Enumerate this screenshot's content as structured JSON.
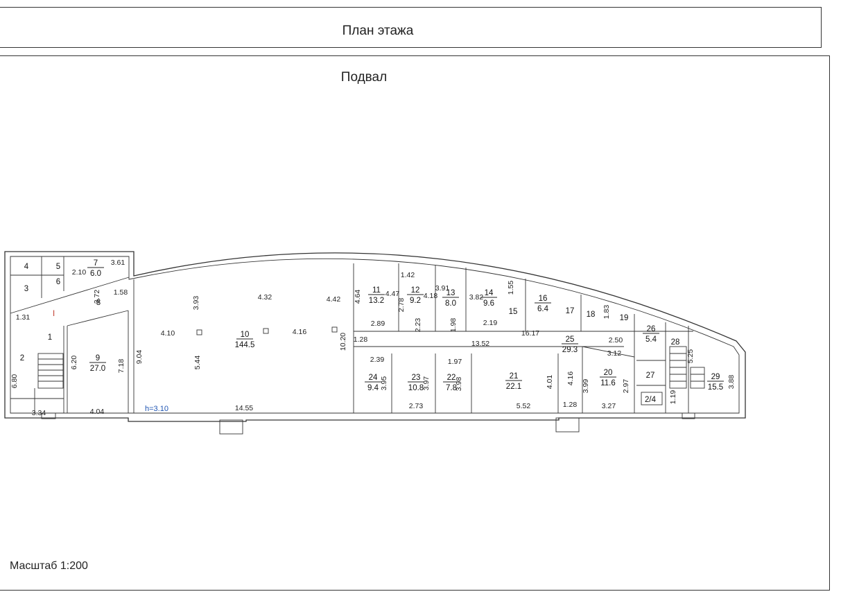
{
  "header": {
    "title": "План этажа"
  },
  "floor": {
    "name": "Подвал",
    "height_label": "h=3.10"
  },
  "scale": {
    "label": "Масштаб 1:200"
  },
  "rooms": [
    {
      "num": "1",
      "area": ""
    },
    {
      "num": "2",
      "area": ""
    },
    {
      "num": "3",
      "area": ""
    },
    {
      "num": "4",
      "area": ""
    },
    {
      "num": "5",
      "area": ""
    },
    {
      "num": "6",
      "area": ""
    },
    {
      "num": "7",
      "area": "6.0"
    },
    {
      "num": "8",
      "area": ""
    },
    {
      "num": "9",
      "area": "27.0"
    },
    {
      "num": "10",
      "area": "144.5"
    },
    {
      "num": "11",
      "area": "13.2"
    },
    {
      "num": "12",
      "area": "9.2"
    },
    {
      "num": "13",
      "area": "8.0"
    },
    {
      "num": "14",
      "area": "9.6"
    },
    {
      "num": "15",
      "area": ""
    },
    {
      "num": "16",
      "area": "6.4"
    },
    {
      "num": "17",
      "area": ""
    },
    {
      "num": "18",
      "area": ""
    },
    {
      "num": "19",
      "area": ""
    },
    {
      "num": "20",
      "area": "11.6"
    },
    {
      "num": "21",
      "area": "22.1"
    },
    {
      "num": "22",
      "area": "7.8"
    },
    {
      "num": "23",
      "area": "10.8"
    },
    {
      "num": "24",
      "area": "9.4"
    },
    {
      "num": "25",
      "area": "29.3"
    },
    {
      "num": "26",
      "area": "5.4"
    },
    {
      "num": "27",
      "area": ""
    },
    {
      "num": "28",
      "area": ""
    },
    {
      "num": "29",
      "area": "15.5"
    }
  ],
  "marks": [
    "I",
    "2/4"
  ],
  "dimensions": [
    "3.61",
    "2.10",
    "3.72",
    "1.58",
    "1.31",
    "6.80",
    "3.34",
    "6.20",
    "4.04",
    "7.18",
    "9.04",
    "4.10",
    "3.93",
    "5.44",
    "4.32",
    "4.16",
    "4.42",
    "14.55",
    "10.20",
    "1.28",
    "4.64",
    "4.47",
    "2.89",
    "1.42",
    "2.78",
    "4.18",
    "2.23",
    "3.91",
    "1.98",
    "3.82",
    "1.55",
    "2.19",
    "16.17",
    "13.52",
    "1.83",
    "2.50",
    "3.12",
    "2.39",
    "3.95",
    "3.97",
    "2.73",
    "1.97",
    "3.98",
    "4.01",
    "5.52",
    "4.16",
    "1.28",
    "3.99",
    "2.97",
    "3.27",
    "5.25",
    "1.19",
    "3.88"
  ]
}
